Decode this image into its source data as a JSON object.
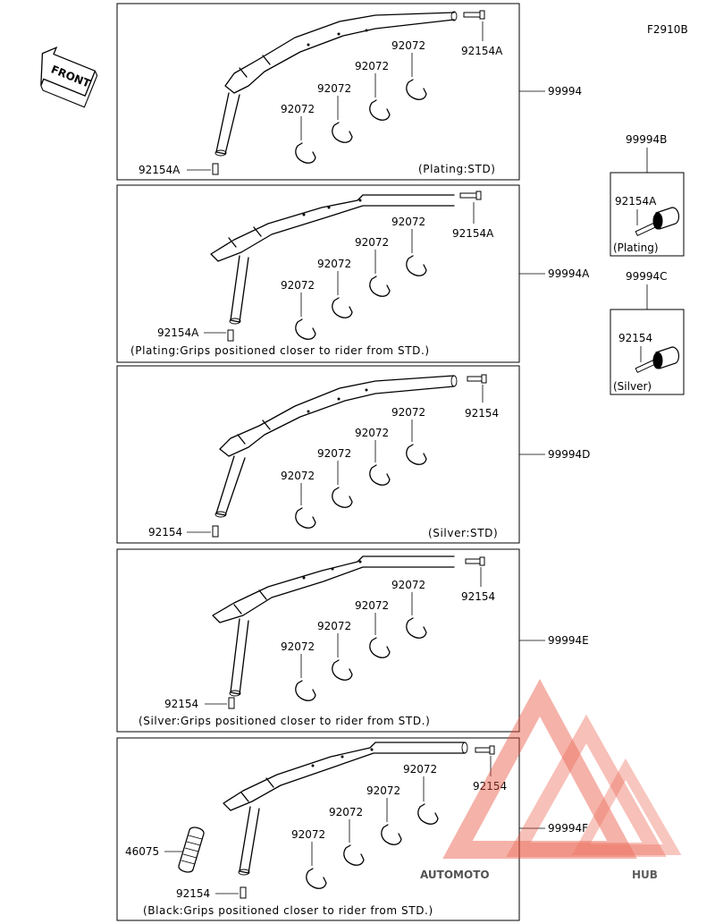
{
  "figure_code": "F2910B",
  "front_label": "FRONT",
  "panels": [
    {
      "assembly": "99994",
      "note": "(Plating:STD)",
      "bolt_top": "92154A",
      "bolt_bottom": "92154A",
      "clamps": [
        "92072",
        "92072",
        "92072",
        "92072"
      ]
    },
    {
      "assembly": "99994A",
      "note": "(Plating:Grips positioned closer to rider from STD.)",
      "bolt_top": "92154A",
      "bolt_bottom": "92154A",
      "clamps": [
        "92072",
        "92072",
        "92072",
        "92072"
      ]
    },
    {
      "assembly": "99994D",
      "note": "(Silver:STD)",
      "bolt_top": "92154",
      "bolt_bottom": "92154",
      "clamps": [
        "92072",
        "92072",
        "92072",
        "92072"
      ]
    },
    {
      "assembly": "99994E",
      "note": "(Silver:Grips positioned closer to rider from STD.)",
      "bolt_top": "92154",
      "bolt_bottom": "92154",
      "clamps": [
        "92072",
        "92072",
        "92072",
        "92072"
      ]
    },
    {
      "assembly": "99994F",
      "note": "(Black:Grips positioned closer to rider from STD.)",
      "bolt_top": "92154",
      "bolt_bottom": "92154",
      "grip": "46075",
      "clamps": [
        "92072",
        "92072",
        "92072",
        "92072"
      ]
    }
  ],
  "side_parts": [
    {
      "assembly": "99994B",
      "part": "92154A",
      "note": "(Plating)"
    },
    {
      "assembly": "99994C",
      "part": "92154",
      "note": "(Silver)"
    }
  ],
  "watermark": {
    "text_a": "AUTOMOTO",
    "text_b": "HUB",
    "color_red": "#e8503a",
    "color_orange": "#f5a623",
    "color_dark": "#2b2b2b"
  }
}
